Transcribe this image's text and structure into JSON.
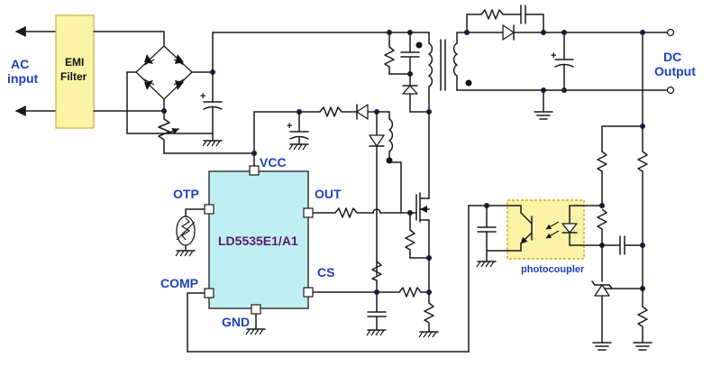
{
  "labels": {
    "ac_input_line1": "AC",
    "ac_input_line2": "input",
    "emi_line1": "EMI",
    "emi_line2": "Filter",
    "dc_output_line1": "DC",
    "dc_output_line2": "Output",
    "chip_name": "LD5535E1/A1",
    "pin_vcc": "VCC",
    "pin_otp": "OTP",
    "pin_out": "OUT",
    "pin_comp": "COMP",
    "pin_cs": "CS",
    "pin_gnd": "GND",
    "photocoupler": "photocoupler",
    "cap_polarity": "+"
  },
  "colors": {
    "emi_fill": "#fdf3a6",
    "chip_fill": "#bfeff3",
    "photocoupler_fill": "#fdf3a6",
    "photocoupler_border": "#c9a000",
    "label_blue": "#1f3fbf",
    "chip_text": "#5a1a6a",
    "photocoupler_text": "#1f3fbf"
  }
}
